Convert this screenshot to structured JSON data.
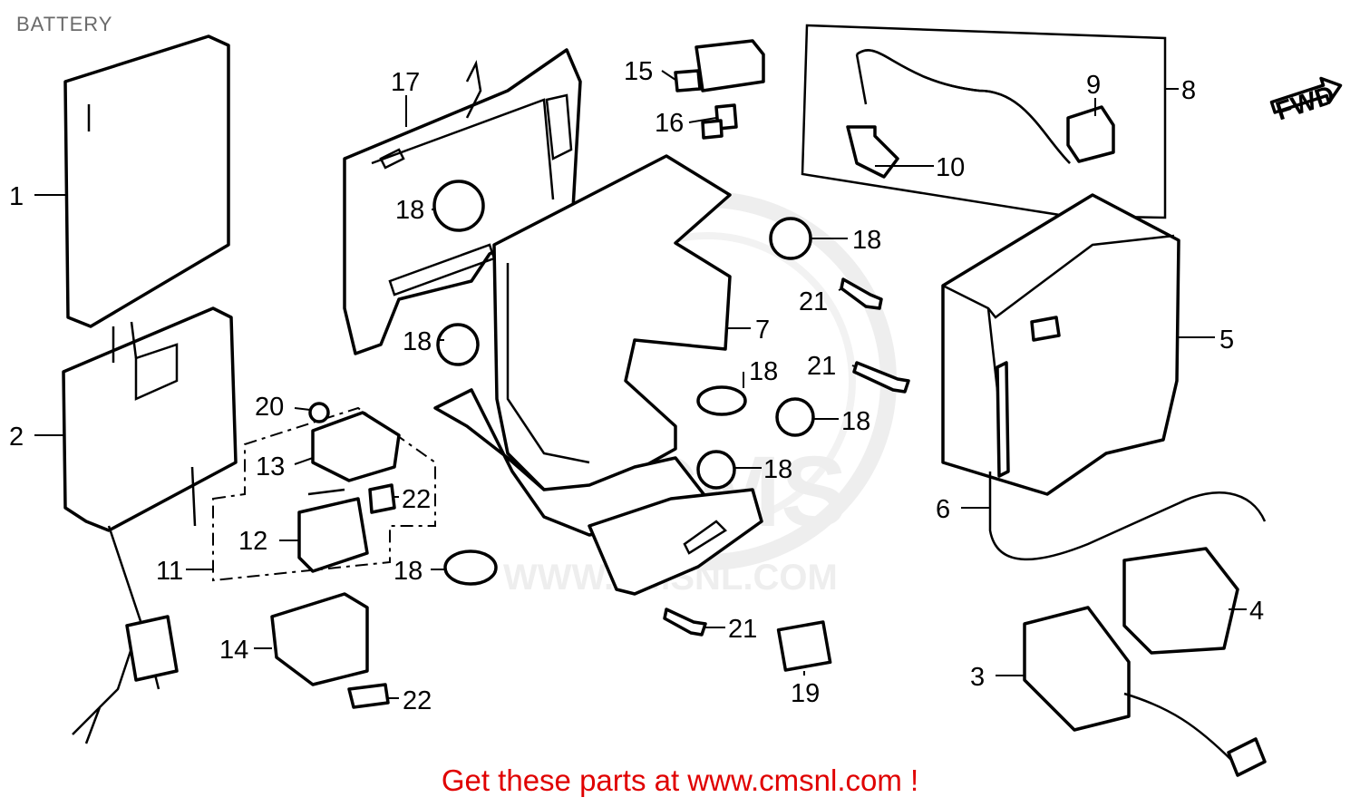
{
  "title": "BATTERY",
  "footer": "Get these parts at www.cmsnl.com !",
  "watermark": {
    "text": "WWW.CMSNL.COM",
    "brand": "CMS"
  },
  "fwd_label": "FWD",
  "callouts": [
    "1",
    "2",
    "3",
    "4",
    "5",
    "6",
    "7",
    "8",
    "9",
    "10",
    "11",
    "12",
    "13",
    "14",
    "15",
    "16",
    "17",
    "18",
    "18",
    "18",
    "18",
    "18",
    "18",
    "18",
    "18",
    "19",
    "20",
    "21",
    "21",
    "21",
    "22",
    "22"
  ],
  "colors": {
    "footer": "#e00000",
    "title": "#6a6a6a",
    "watermark": "#d8d8d8"
  }
}
